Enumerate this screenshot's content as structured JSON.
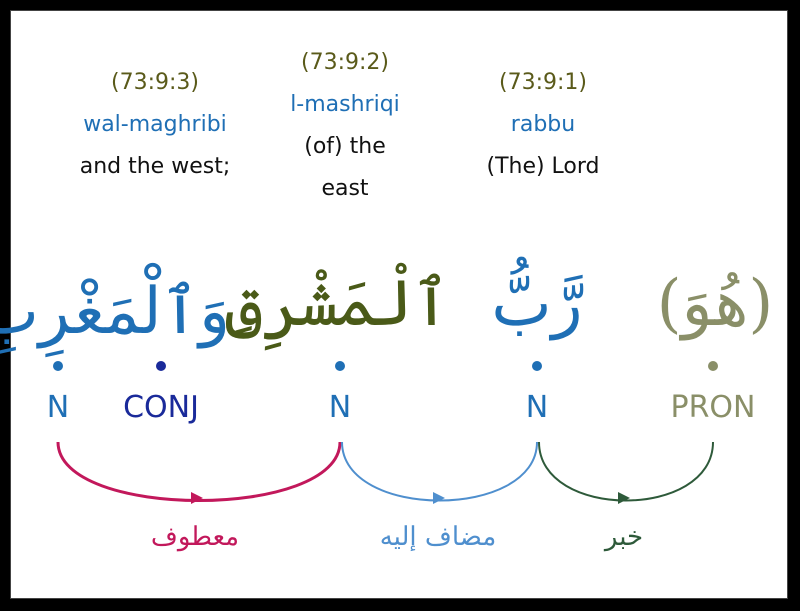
{
  "words": [
    {
      "loc": "(73:9:3)",
      "translit": "wal-maghribi",
      "tr": [
        "and the west;"
      ],
      "arabic": "وَٱلْمَغْرِبِ"
    },
    {
      "loc": "(73:9:2)",
      "translit": "l-mashriqi",
      "tr": [
        "(of) the",
        "east"
      ],
      "arabic": "ٱلْمَشْرِقِ"
    },
    {
      "loc": "(73:9:1)",
      "translit": "rabbu",
      "tr": [
        "(The) Lord"
      ],
      "arabic": "رَّبُّ"
    },
    {
      "arabic": "(هُوَ)"
    }
  ],
  "tags": [
    {
      "label": "N",
      "color": "#1f6fb5"
    },
    {
      "label": "CONJ",
      "color": "#1a2a9a"
    },
    {
      "label": "N",
      "color": "#1f6fb5"
    },
    {
      "label": "N",
      "color": "#1f6fb5"
    },
    {
      "label": "PRON",
      "color": "#8a8f68"
    }
  ],
  "relations": [
    {
      "label": "معطوف",
      "color": "#c2185b"
    },
    {
      "label": "مضاف إليه",
      "color": "#4f8fce"
    },
    {
      "label": "خبر",
      "color": "#2e5a3a"
    }
  ],
  "colors": {
    "noun_word": "#1f6fb5",
    "genitive_word": "#4a5a18",
    "pronoun_word": "#8a8f68",
    "conj_dot": "#1a2a9a"
  }
}
